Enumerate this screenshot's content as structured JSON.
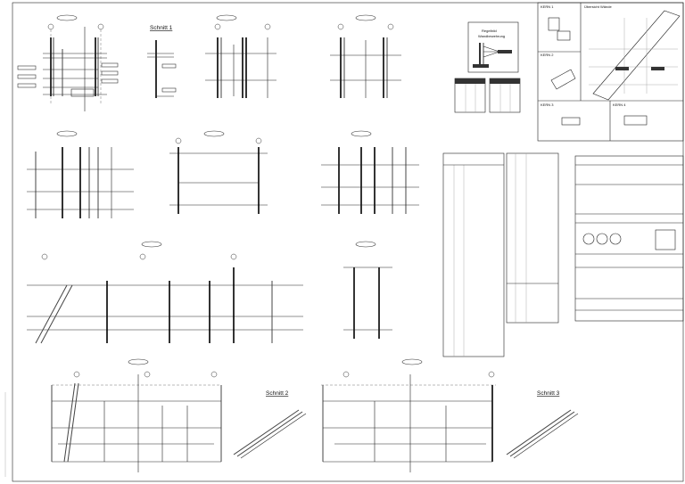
{
  "drawing": {
    "sections": [
      "Schnitt 1",
      "Schnitt 2",
      "Schnitt 3"
    ],
    "kern_panels": [
      "KERN 1",
      "KERN 2",
      "KERN 3",
      "KERN 4"
    ],
    "overview_title": "Übersicht Wände",
    "detail_title_1": "Regelbild",
    "detail_title_2": "Wandbewehrung"
  }
}
